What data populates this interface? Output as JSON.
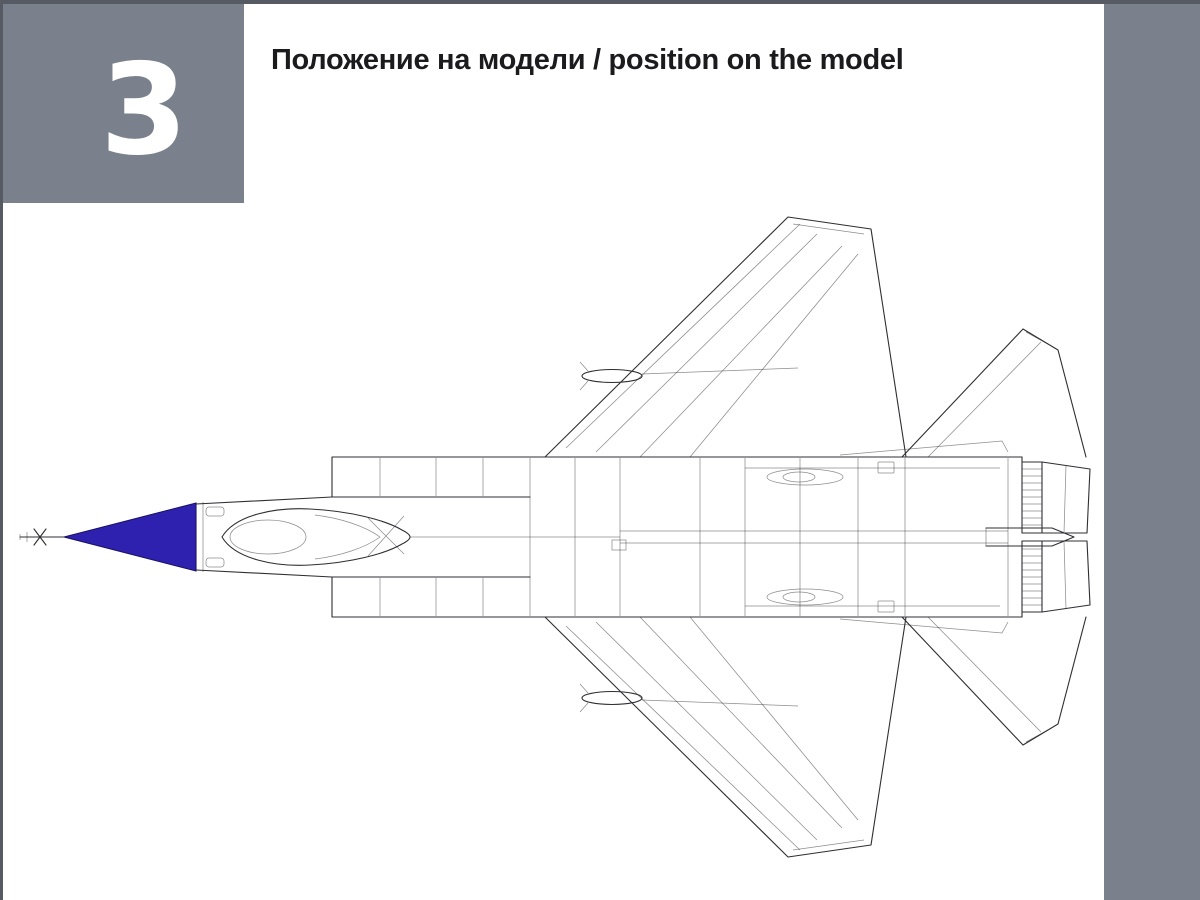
{
  "page": {
    "step_number": "3",
    "title": "Положение на модели / position on the model"
  },
  "colors": {
    "panel_gray": "#7a818c",
    "edge_dark_gray": "#565b63",
    "nose_highlight_blue": "#2f21af",
    "drawing_line": "#2f2f33",
    "title_text": "#1b1b1e",
    "background": "#ffffff"
  },
  "diagram": {
    "highlighted_part": "nose-radome",
    "highlight_color": "#2f21af"
  }
}
